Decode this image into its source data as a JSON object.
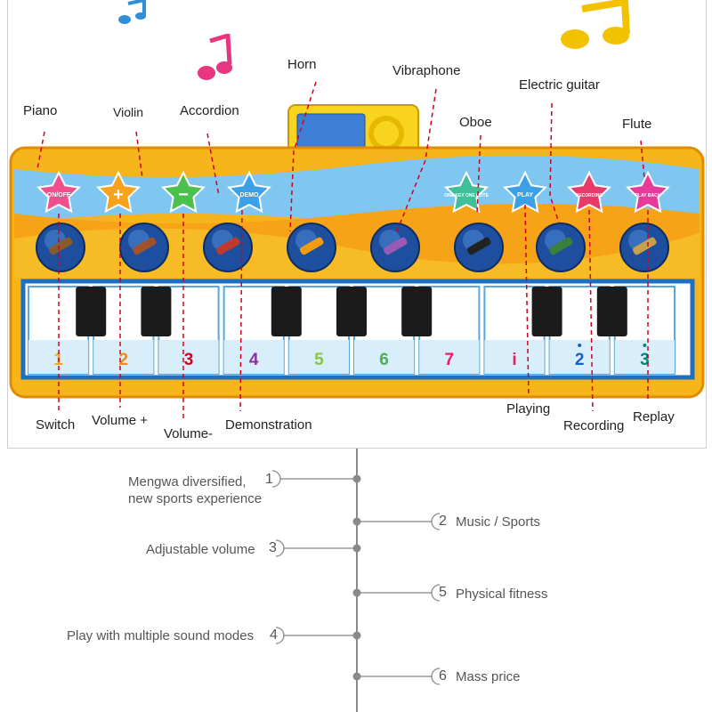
{
  "labels": {
    "top": {
      "piano": "Piano",
      "violin": "Violin",
      "accordion": "Accordion",
      "horn": "Horn",
      "vibraphone": "Vibraphone",
      "oboe": "Oboe",
      "electric_guitar": "Electric guitar",
      "flute": "Flute"
    },
    "bottom": {
      "switch": "Switch",
      "volume_plus": "Volume +",
      "volume_minus": "Volume-",
      "demonstration": "Demonstration",
      "playing": "Playing",
      "recording": "Recording",
      "replay": "Replay"
    }
  },
  "mat": {
    "buttons": [
      "ON/OFF",
      "+",
      "−",
      "DEMO",
      "ONE KEY ONE NOTE",
      "PLAY",
      "RECORDING",
      "PLAY BACK"
    ],
    "keys": [
      "1",
      "2",
      "3",
      "4",
      "5",
      "6",
      "7",
      "i",
      "2",
      "3"
    ]
  },
  "features": [
    {
      "num": "1",
      "text": "Mengwa diversified,\nnew sports experience",
      "side": "left"
    },
    {
      "num": "2",
      "text": "Music / Sports",
      "side": "right"
    },
    {
      "num": "3",
      "text": "Adjustable volume",
      "side": "left"
    },
    {
      "num": "5",
      "text": "Physical fitness",
      "side": "right"
    },
    {
      "num": "4",
      "text": "Play with multiple sound modes",
      "side": "left"
    },
    {
      "num": "6",
      "text": "Mass price",
      "side": "right"
    }
  ],
  "colors": {
    "mat_yellow": "#f7b51c",
    "mat_blue": "#7fc6f0",
    "key_number_colors": [
      "#f5a623",
      "#f08a1a",
      "#d0021b",
      "#8b2fa3",
      "#8bc34a",
      "#4caf50",
      "#e91e63",
      "#e91e63",
      "#1565c0",
      "#00897b"
    ]
  }
}
